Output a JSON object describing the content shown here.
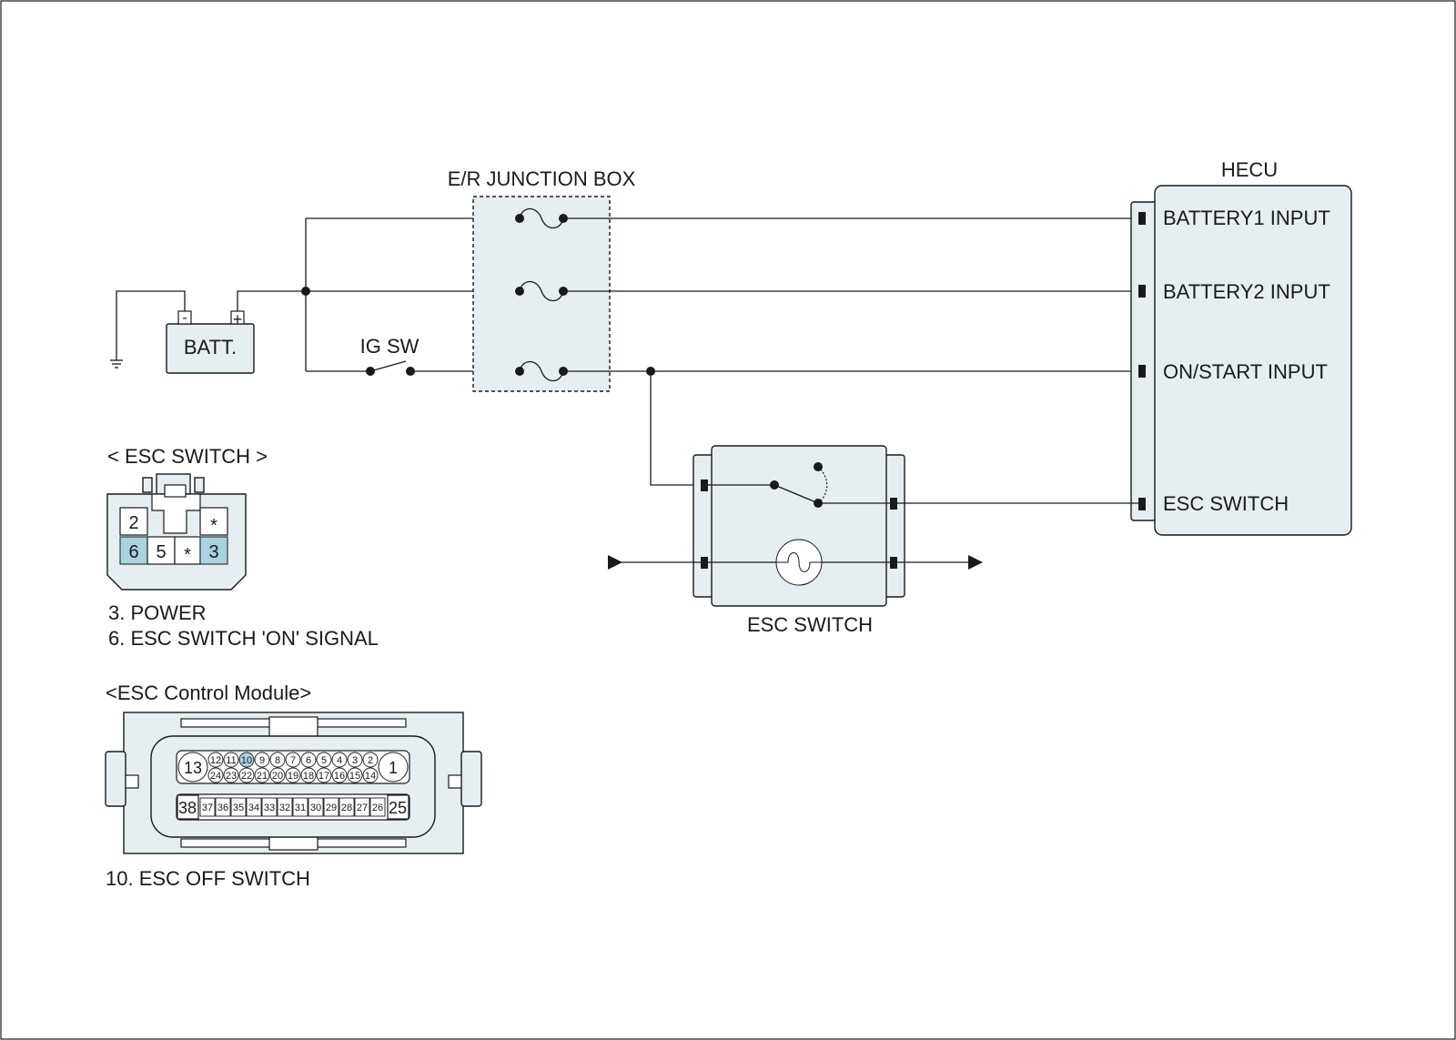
{
  "colors": {
    "panel_fill": "#e6eef1",
    "pin_highlight": "#a9d3dd",
    "line": "#1a1a1a"
  },
  "top": {
    "junction_box_label": "E/R JUNCTION BOX",
    "battery_label": "BATT.",
    "battery_neg": "-",
    "battery_pos": "+",
    "ig_sw_label": "IG SW"
  },
  "hecu": {
    "title": "HECU",
    "pins": [
      "BATTERY1 INPUT",
      "BATTERY2 INPUT",
      "ON/START INPUT",
      "ESC SWITCH"
    ]
  },
  "esc_switch_component": {
    "label": "ESC SWITCH"
  },
  "esc_switch_connector": {
    "title": "< ESC SWITCH >",
    "top_row": [
      "2",
      "*"
    ],
    "bottom_row": [
      "6",
      "5",
      "*",
      "3"
    ],
    "legend": [
      "3. POWER",
      "6. ESC SWITCH 'ON' SIGNAL"
    ]
  },
  "esc_module_connector": {
    "title": "<ESC Control Module>",
    "big_top_left": "13",
    "big_top_right": "1",
    "row1": [
      "12",
      "11",
      "10",
      "9",
      "8",
      "7",
      "6",
      "5",
      "4",
      "3",
      "2"
    ],
    "row2": [
      "24",
      "23",
      "22",
      "21",
      "20",
      "19",
      "18",
      "17",
      "16",
      "15",
      "14"
    ],
    "big_bottom_left": "38",
    "big_bottom_right": "25",
    "row3": [
      "37",
      "36",
      "35",
      "34",
      "33",
      "32",
      "31",
      "30",
      "29",
      "28",
      "27",
      "26"
    ],
    "highlight_pin": "10",
    "legend": [
      "10. ESC OFF SWITCH"
    ]
  }
}
